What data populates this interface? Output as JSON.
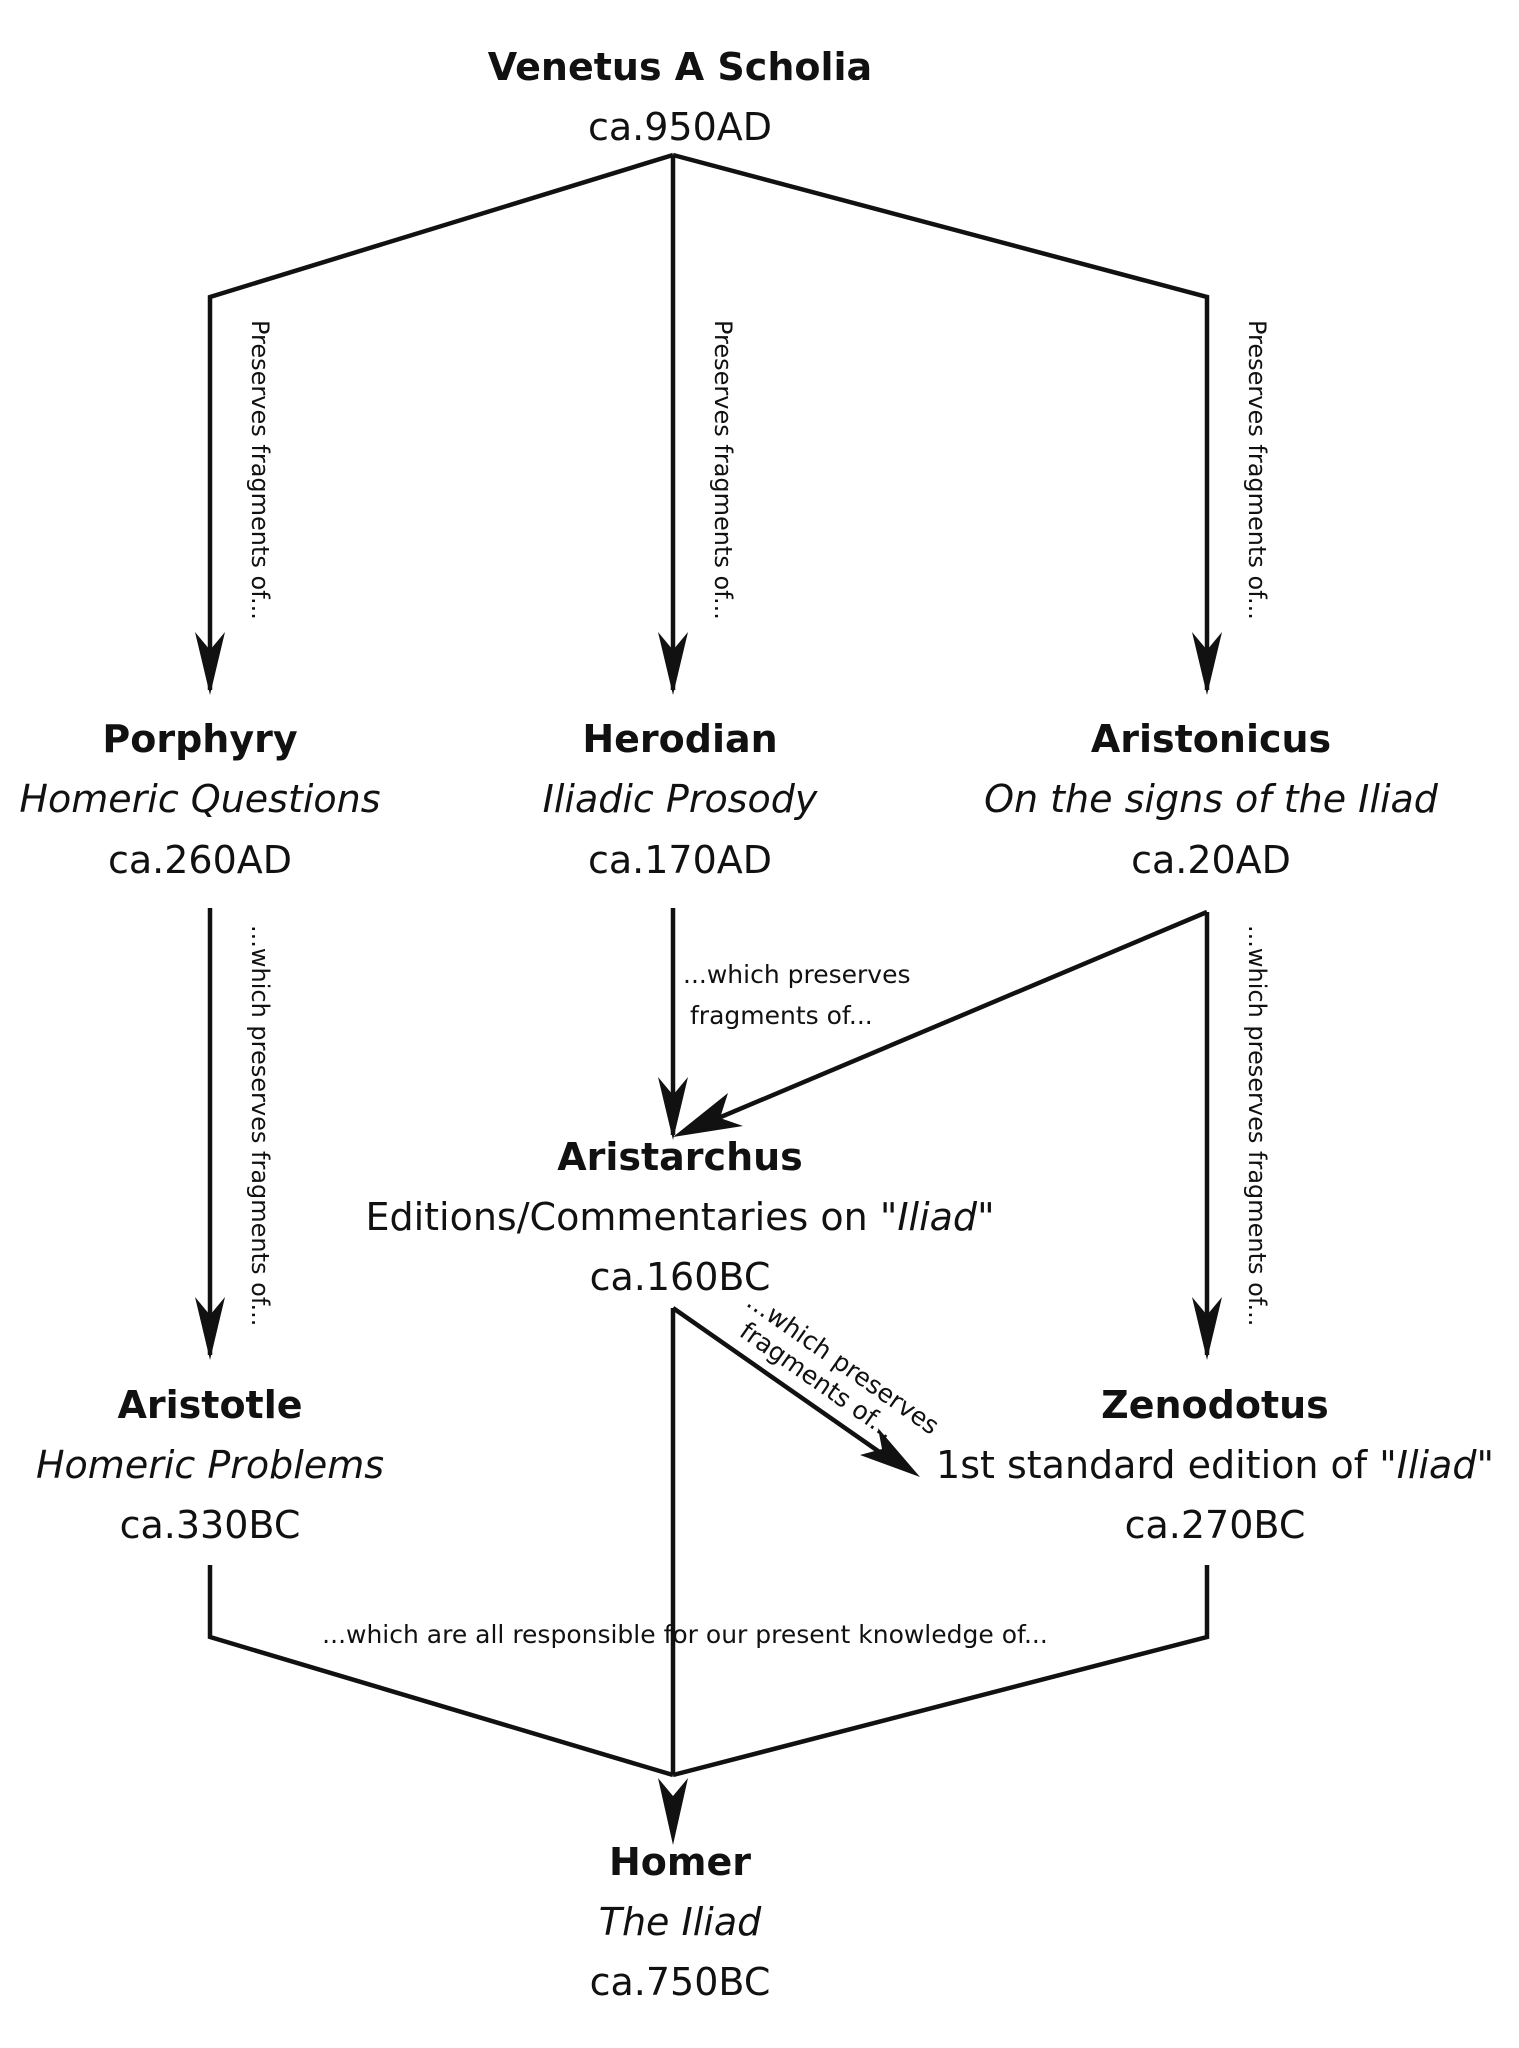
{
  "nodes": {
    "venetus": {
      "name": "Venetus A Scholia",
      "date": "ca.950AD"
    },
    "porphyry": {
      "name": "Porphyry",
      "work": "Homeric Questions",
      "date": "ca.260AD"
    },
    "herodian": {
      "name": "Herodian",
      "work": "Iliadic Prosody",
      "date": "ca.170AD"
    },
    "aristonicus": {
      "name": "Aristonicus",
      "work": "On the signs of the Iliad",
      "date": "ca.20AD"
    },
    "aristarchus": {
      "name": "Aristarchus",
      "work_prefix": "Editions/Commentaries on \"",
      "work_title": "Iliad",
      "work_suffix": "\"",
      "date": "ca.160BC"
    },
    "aristotle": {
      "name": "Aristotle",
      "work": "Homeric Problems",
      "date": "ca.330BC"
    },
    "zenodotus": {
      "name": "Zenodotus",
      "work_prefix": "1st standard edition of \"",
      "work_title": "Iliad",
      "work_suffix": "\"",
      "date": "ca.270BC"
    },
    "homer": {
      "name": "Homer",
      "work": "The Iliad",
      "date": "ca.750BC"
    }
  },
  "edge_labels": {
    "preserves": "Preserves fragments of...",
    "which_preserves_fragments": "...which preserves fragments of...",
    "which_preserves_line1": "...which preserves",
    "which_preserves_line2": "fragments of...",
    "all_responsible": "...which are all responsible for our present knowledge of..."
  },
  "colors": {
    "ink": "#111111",
    "background": "#ffffff"
  }
}
